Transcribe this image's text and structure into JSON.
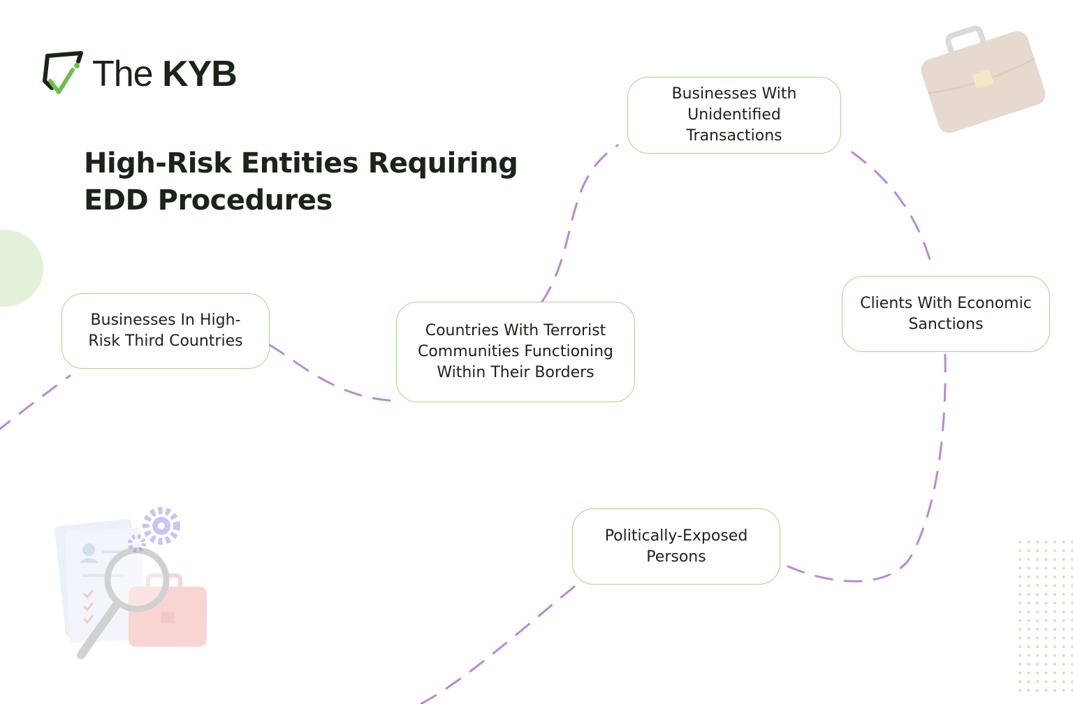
{
  "brand": {
    "prefix": "The",
    "name": "KYB",
    "accent": "#6cc04a",
    "dark": "#1a2418"
  },
  "title": {
    "line1": "High-Risk Entities Requiring",
    "line2": "EDD Procedures"
  },
  "nodes": {
    "third_countries": "Businesses In High-Risk Third Countries",
    "terrorist": "Countries With Terrorist Communities Functioning Within Their Borders",
    "unidentified": "Businesses With Unidentified Transactions",
    "sanctions": "Clients With Economic Sanctions",
    "pep": "Politically-Exposed Persons"
  },
  "style": {
    "path_color": "#b88ad6",
    "border_color": "#a8d48a"
  },
  "decorations": [
    "briefcase-icon",
    "documents-magnifier-icon",
    "gear-icon",
    "dot-grid",
    "green-circle"
  ]
}
